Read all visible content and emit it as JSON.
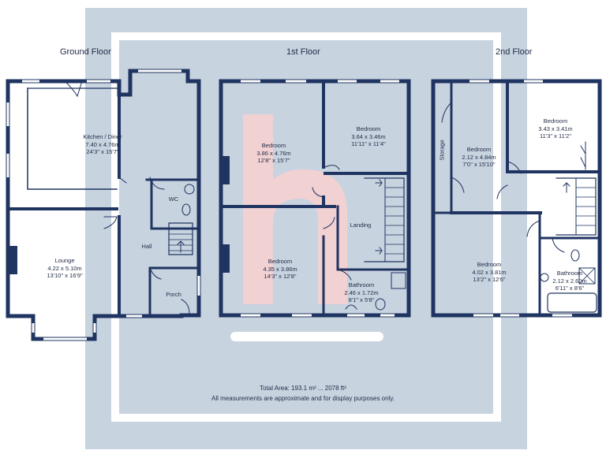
{
  "floors": {
    "ground": "Ground Floor",
    "first": "1st Floor",
    "second": "2nd Floor"
  },
  "rooms": {
    "kitchen": {
      "name": "Kitchen / Diner",
      "metric": "7.40 x 4.76m",
      "imperial": "24'3\" x 15'7\""
    },
    "lounge": {
      "name": "Lounge",
      "metric": "4.22 x 5.10m",
      "imperial": "13'10\" x 16'9\""
    },
    "wc": {
      "name": "WC"
    },
    "hall": {
      "name": "Hall"
    },
    "porch": {
      "name": "Porch"
    },
    "bed1": {
      "name": "Bedroom",
      "metric": "3.86 x 4.76m",
      "imperial": "12'8\" x 15'7\""
    },
    "bed2": {
      "name": "Bedroom",
      "metric": "3.64 x 3.46m",
      "imperial": "11'11\" x 11'4\""
    },
    "bed3": {
      "name": "Bedroom",
      "metric": "4.35 x 3.86m",
      "imperial": "14'3\" x 12'8\""
    },
    "landing": {
      "name": "Landing"
    },
    "bath1": {
      "name": "Bathroom",
      "metric": "2.46 x 1.72m",
      "imperial": "8'1\" x 5'8\""
    },
    "storage": {
      "name": "Storage"
    },
    "bed4": {
      "name": "Bedroom",
      "metric": "2.12 x 4.84m",
      "imperial": "7'0\" x 15'10\""
    },
    "bed5": {
      "name": "Bedroom",
      "metric": "3.43 x 3.41m",
      "imperial": "11'3\" x 11'2\""
    },
    "bed6": {
      "name": "Bedroom",
      "metric": "4.02 x 3.81m",
      "imperial": "13'2\" x 12'6\""
    },
    "bath2": {
      "name": "Bathroom",
      "metric": "2.12 x 2.60m",
      "imperial": "6'11\" x 8'6\""
    }
  },
  "footer": {
    "total_area": "Total Area: 193.1 m² ... 2078 ft²",
    "disclaimer": "All measurements are approximate and for display purposes only."
  },
  "colors": {
    "wall": "#1f3461",
    "watermark_panel": "#c8d3e0",
    "watermark_h": "#f6d0d2",
    "window": "#ffffff"
  }
}
